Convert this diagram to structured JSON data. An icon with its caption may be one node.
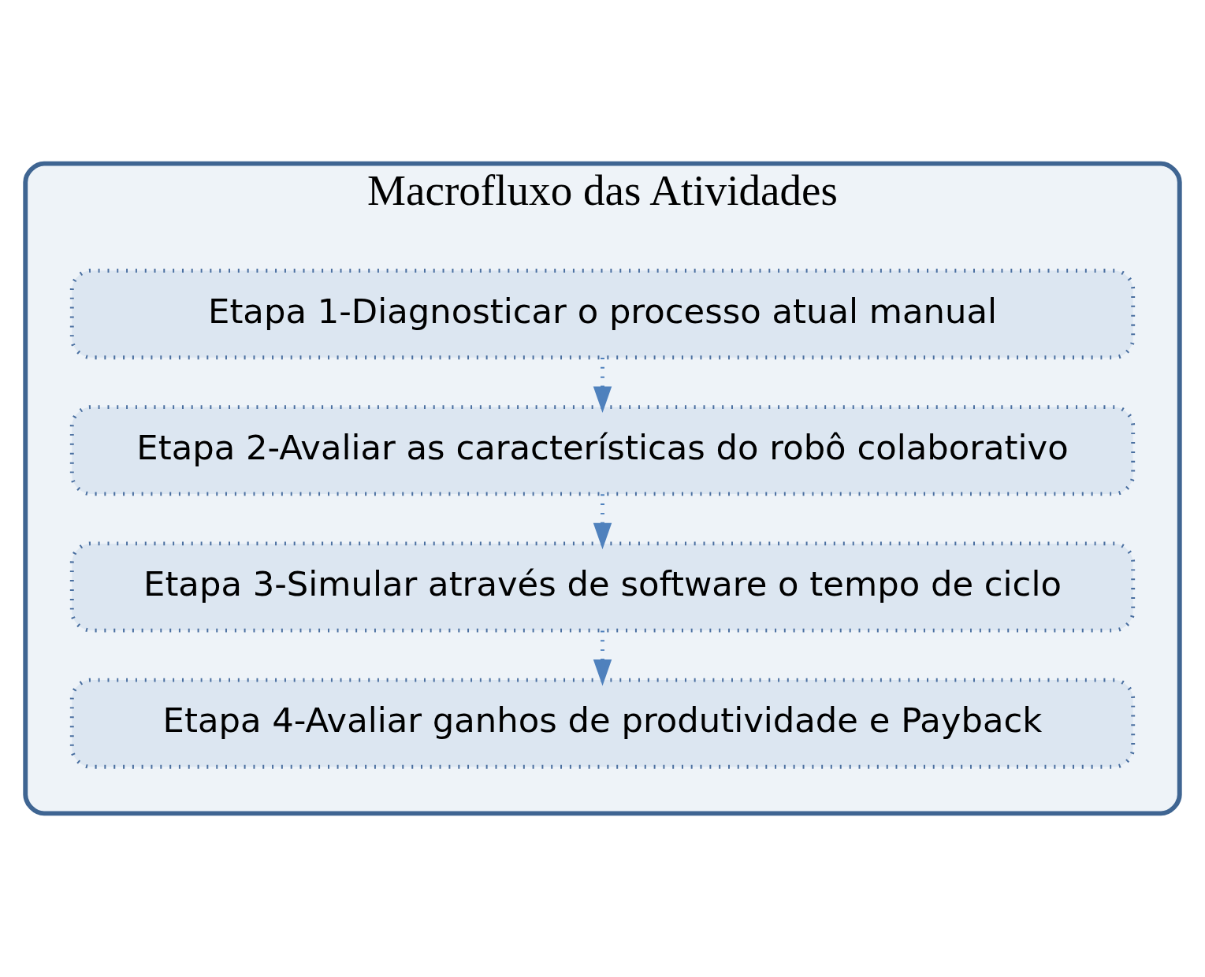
{
  "diagram": {
    "nodes": [
      {
        "text": [
          "Macrofluxo das Atividades"
        ]
      },
      {
        "text": [
          "Etapa 1-Diagnosticar o processo atual manual"
        ],
        "in": 0
      },
      {
        "text": [
          "Etapa 2-Avaliar as características do robô colaborativo"
        ],
        "in": 0
      },
      {
        "text": [
          "Etapa 3-Simular através de software o tempo de ciclo"
        ],
        "in": 0
      },
      {
        "text": [
          "Etapa 4-Avaliar ganhos de produtividade e Payback"
        ],
        "in": 0
      }
    ],
    "edges": [
      {
        "from": 1,
        "to": 2,
        "arrow": "to"
      },
      {
        "from": 2,
        "to": 3,
        "arrow": "to"
      },
      {
        "from": 3,
        "to": 4,
        "arrow": "to"
      }
    ]
  }
}
